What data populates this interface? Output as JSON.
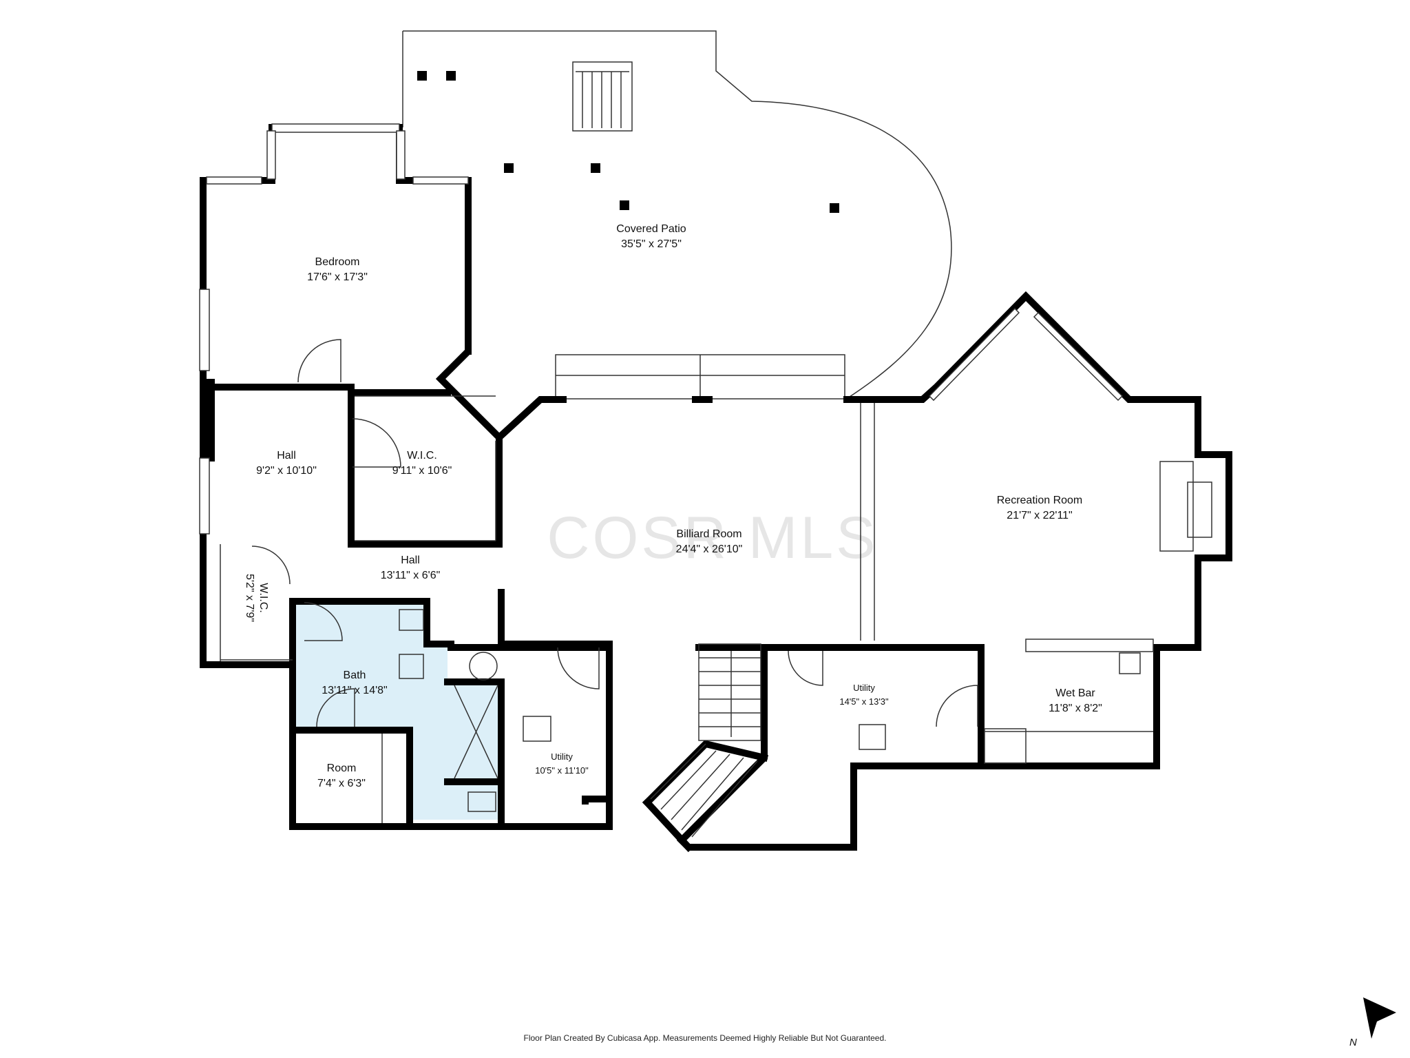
{
  "watermark": "COSR MLS",
  "footer": "Floor Plan Created By Cubicasa App. Measurements Deemed Highly Reliable But Not Guaranteed.",
  "north_label": "N",
  "colors": {
    "wall": "#000000",
    "bath_fill": "#dceff8",
    "thin_line": "#333333"
  },
  "rooms": {
    "covered_patio": {
      "name": "Covered Patio",
      "dims": "35'5\" x 27'5\""
    },
    "bedroom": {
      "name": "Bedroom",
      "dims": "17'6\" x 17'3\""
    },
    "hall_1": {
      "name": "Hall",
      "dims": "9'2\" x 10'10\""
    },
    "wic_1": {
      "name": "W.I.C.",
      "dims": "9'11\" x 10'6\""
    },
    "hall_2": {
      "name": "Hall",
      "dims": "13'11\" x 6'6\""
    },
    "wic_2": {
      "name": "W.I.C.",
      "dims": "5'2\" x 7'9\""
    },
    "billiard_room": {
      "name": "Billiard Room",
      "dims": "24'4\" x 26'10\""
    },
    "recreation_room": {
      "name": "Recreation Room",
      "dims": "21'7\" x 22'11\""
    },
    "bath": {
      "name": "Bath",
      "dims": "13'11\" x 14'8\""
    },
    "room": {
      "name": "Room",
      "dims": "7'4\" x 6'3\""
    },
    "utility_1": {
      "name": "Utility",
      "dims": "10'5\" x 11'10\""
    },
    "utility_2": {
      "name": "Utility",
      "dims": "14'5\" x 13'3\""
    },
    "wet_bar": {
      "name": "Wet Bar",
      "dims": "11'8\" x 8'2\""
    }
  }
}
